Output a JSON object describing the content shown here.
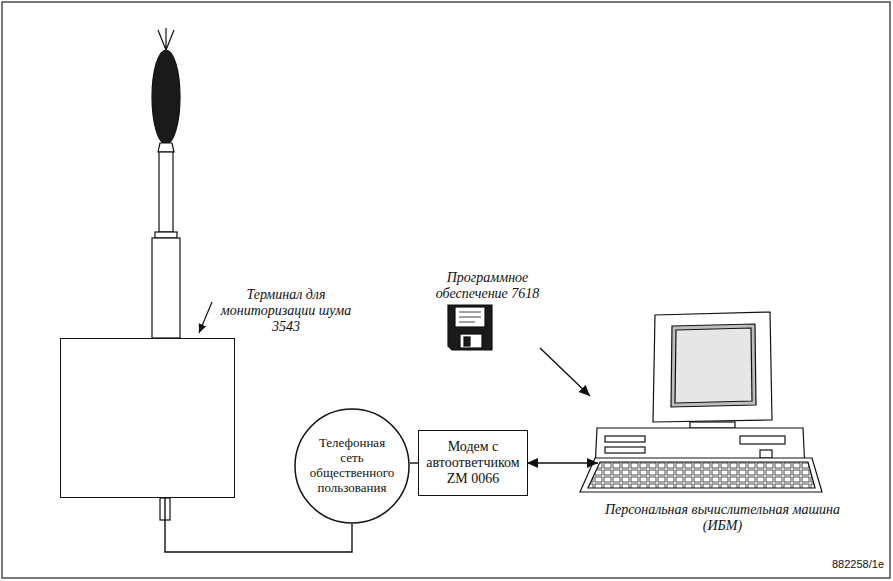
{
  "diagram": {
    "nodes": [
      {
        "text": [
          "Терминал для мониторизации шума 3543"
        ]
      },
      {
        "text": [
          "Программное обеспечение 7618"
        ]
      },
      {
        "text": [
          "Телефонная сеть общественного пользования"
        ]
      },
      {
        "text": [
          "Модем с автоответчиком ZM 0066"
        ]
      },
      {
        "text": [
          "Персональная вычислительная машина (ИБМ)"
        ]
      }
    ],
    "edges": [
      {
        "from": 0,
        "to": 2,
        "arrow": "none"
      },
      {
        "from": 1,
        "to": 4,
        "arrow": "to"
      },
      {
        "from": 2,
        "to": 3,
        "arrow": "none"
      },
      {
        "from": 3,
        "to": 4,
        "arrow": "both"
      }
    ],
    "labels": [
      "882258/1e"
    ]
  }
}
